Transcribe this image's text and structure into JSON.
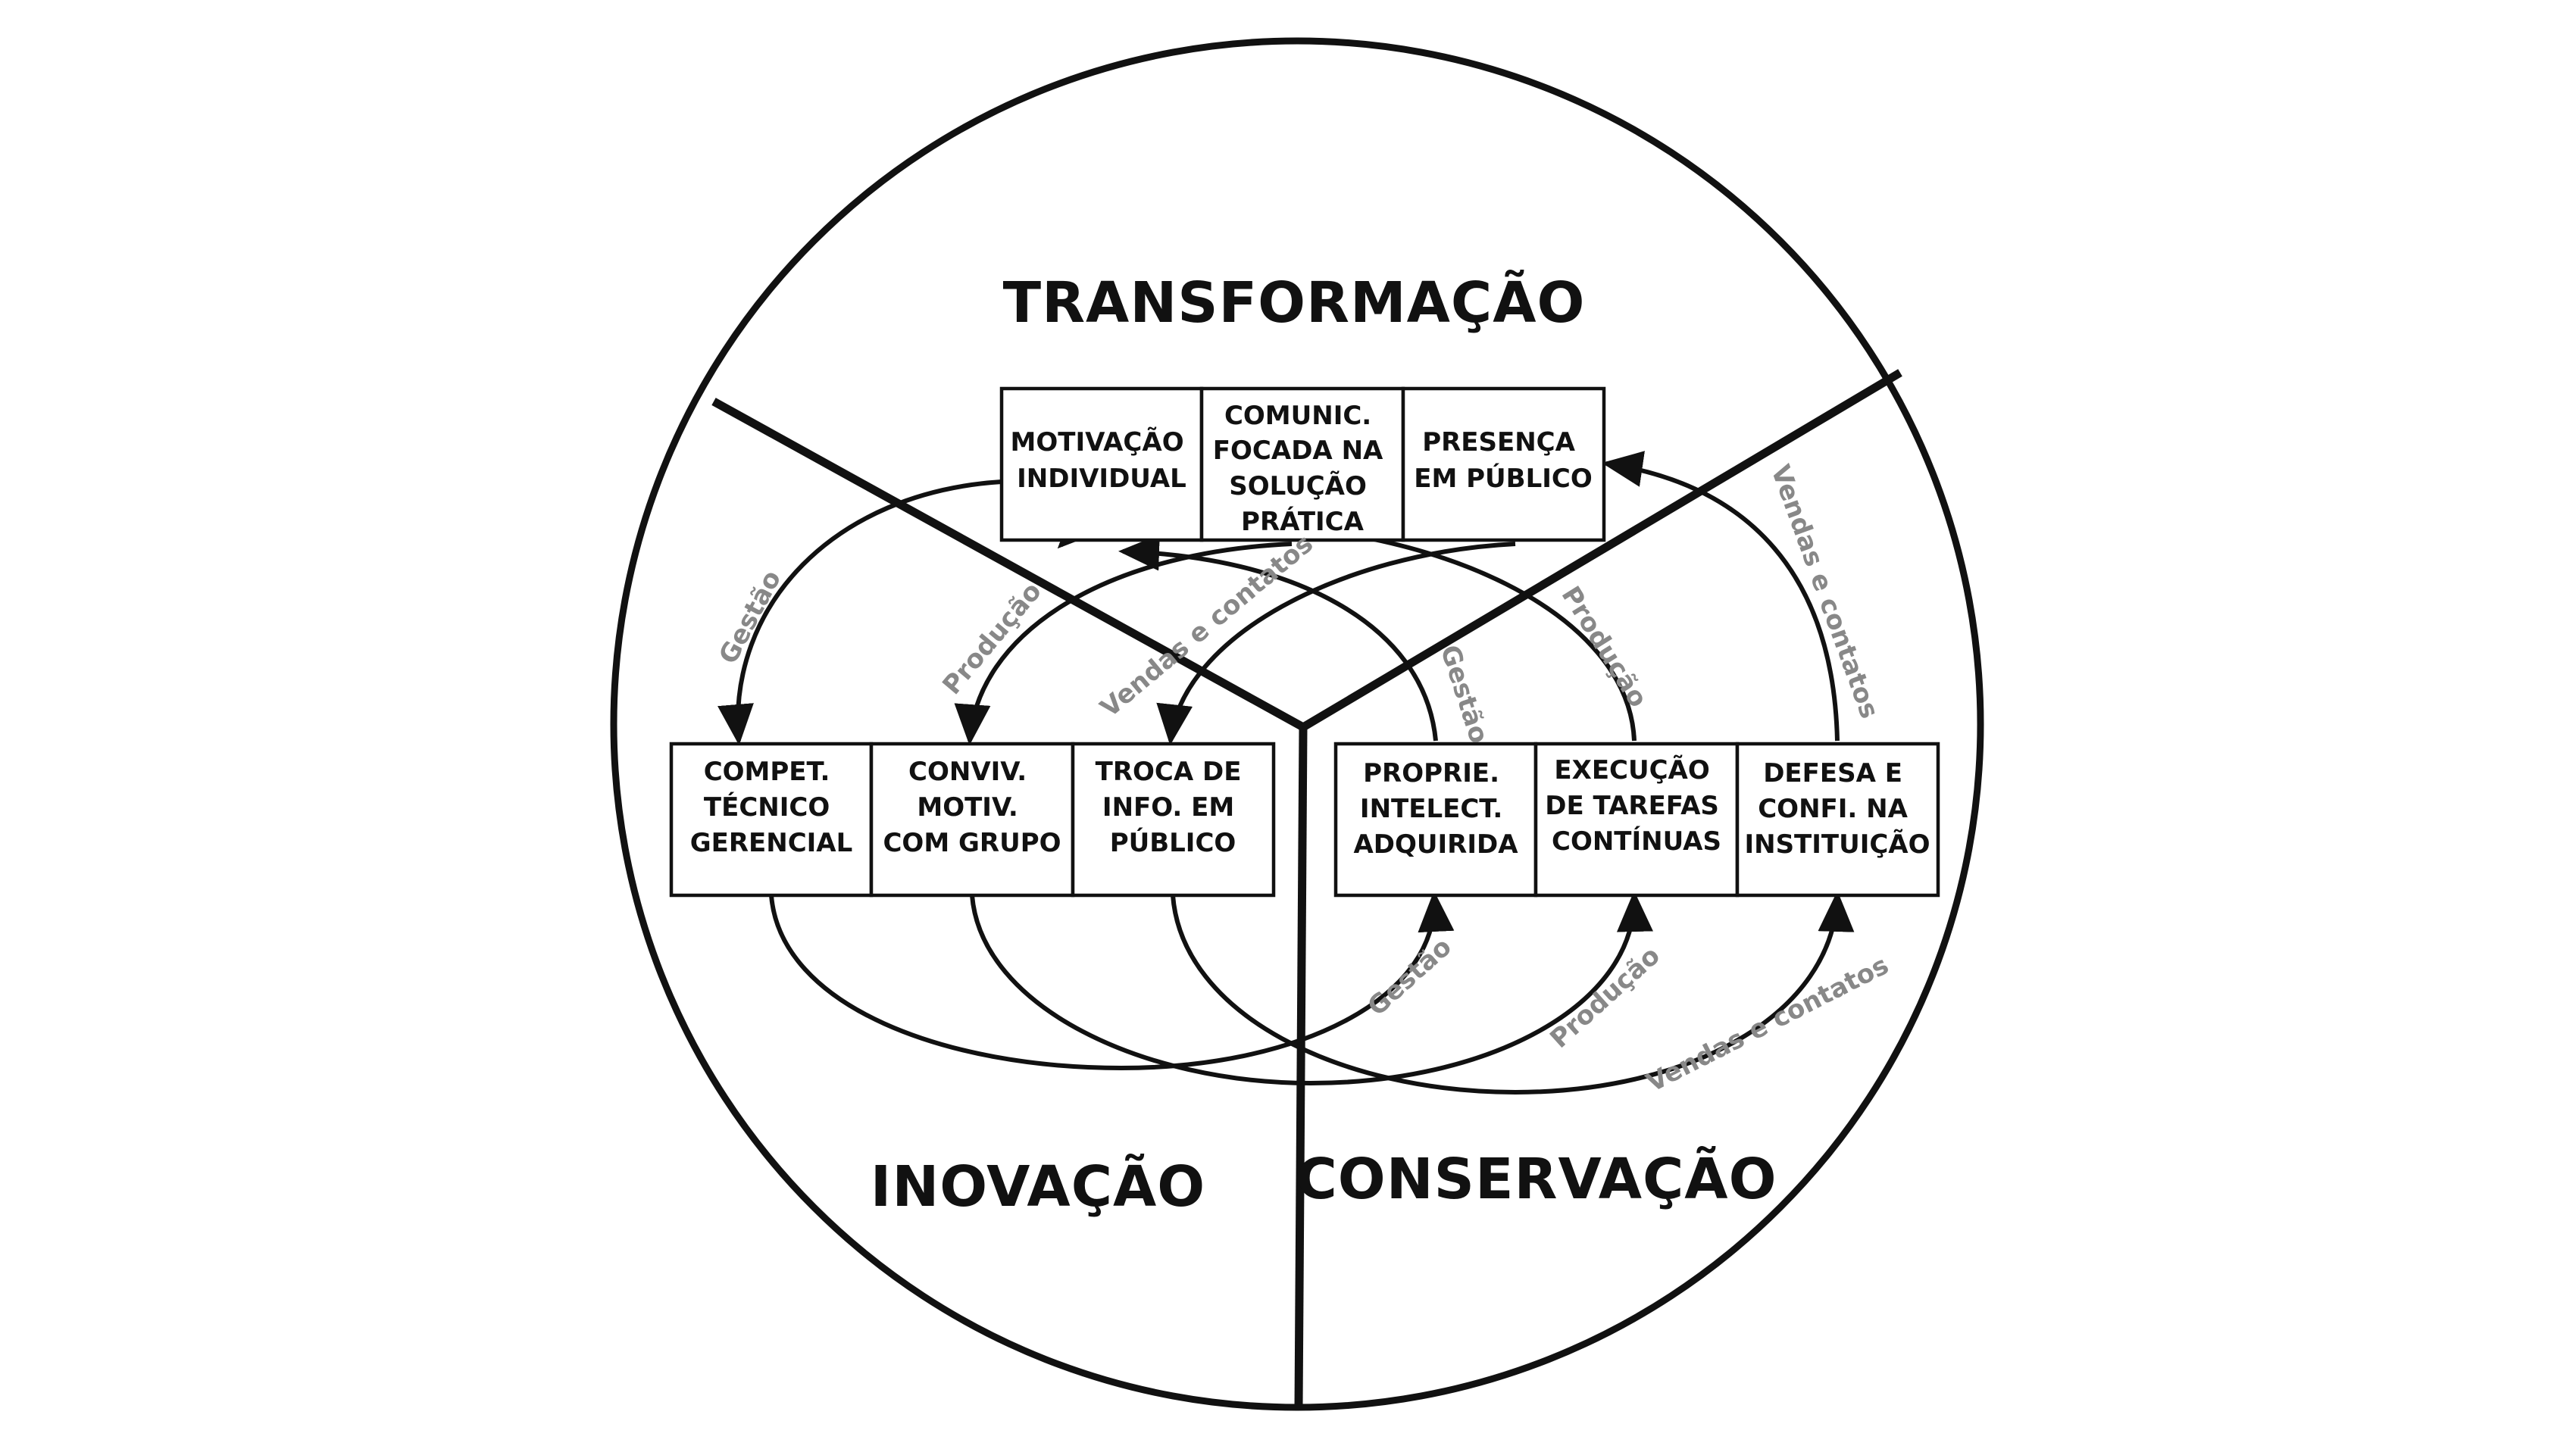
{
  "sectors": {
    "transformacao": "TRANSFORMAÇÃO",
    "inovacao": "INOVAÇÃO",
    "conservacao": "CONSERVAÇÃO"
  },
  "top_boxes": [
    {
      "lines": [
        "MOTIVAÇÃO",
        "INDIVIDUAL"
      ]
    },
    {
      "lines": [
        "COMUNIC.",
        "FOCADA NA",
        "SOLUÇÃO",
        "PRÁTICA"
      ]
    },
    {
      "lines": [
        "PRESENÇA",
        "EM PÚBLICO"
      ]
    }
  ],
  "left_boxes": [
    {
      "lines": [
        "COMPET.",
        "TÉCNICO",
        "GERENCIAL"
      ]
    },
    {
      "lines": [
        "CONVIV.",
        "MOTIV.",
        "COM GRUPO"
      ]
    },
    {
      "lines": [
        "TROCA DE",
        "INFO. EM",
        "PÚBLICO"
      ]
    }
  ],
  "right_boxes": [
    {
      "lines": [
        "PROPRIE.",
        "INTELECT.",
        "ADQUIRIDA"
      ]
    },
    {
      "lines": [
        "EXECUÇÃO",
        "DE TAREFAS",
        "CONTÍNUAS"
      ]
    },
    {
      "lines": [
        "DEFESA E",
        "CONFI. NA",
        "INSTITUIÇÃO"
      ]
    }
  ],
  "flow_labels": {
    "gestao_top": "Gestão",
    "producao_top_left": "Produção",
    "vendas_top_center": "Vendas e contatos",
    "gestao_top_right": "Gestão",
    "producao_top_right": "Produção",
    "vendas_top_right": "Vendas e contatos",
    "gestao_bottom": "Gestão",
    "producao_bottom": "Produção",
    "vendas_bottom": "Vendas e contatos"
  },
  "colors": {
    "lines": "#111111",
    "flow_label": "#888888",
    "background": "#ffffff"
  }
}
